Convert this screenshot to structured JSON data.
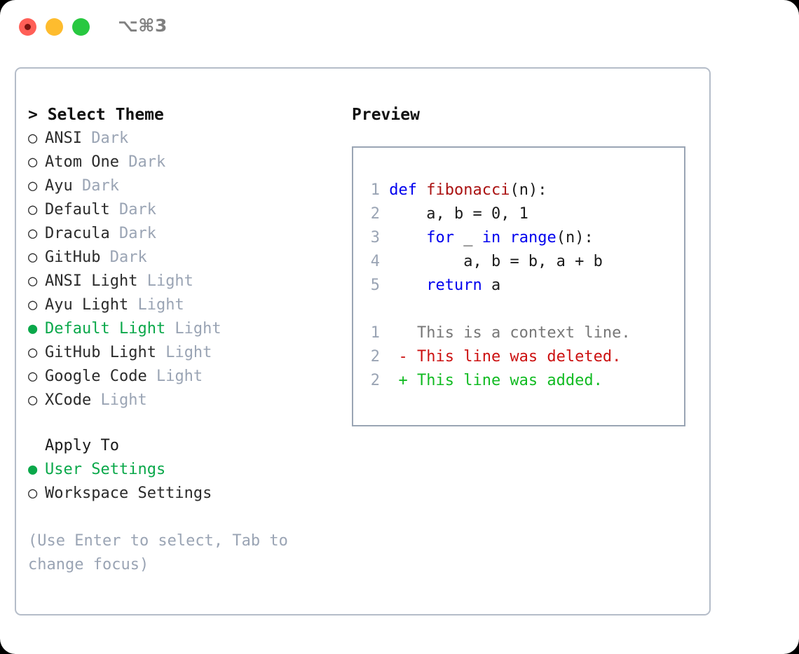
{
  "titlebar": {
    "shortcut": "⌥⌘3",
    "lights": [
      {
        "name": "close",
        "color": "#ff5f57"
      },
      {
        "name": "minimize",
        "color": "#febc2e"
      },
      {
        "name": "zoom",
        "color": "#28c840"
      }
    ]
  },
  "theme_panel": {
    "header": "> Select Theme",
    "items": [
      {
        "bullet": "○",
        "name": "ANSI",
        "suffix": "Dark",
        "selected": false
      },
      {
        "bullet": "○",
        "name": "Atom One",
        "suffix": "Dark",
        "selected": false
      },
      {
        "bullet": "○",
        "name": "Ayu",
        "suffix": "Dark",
        "selected": false
      },
      {
        "bullet": "○",
        "name": "Default",
        "suffix": "Dark",
        "selected": false
      },
      {
        "bullet": "○",
        "name": "Dracula",
        "suffix": "Dark",
        "selected": false
      },
      {
        "bullet": "○",
        "name": "GitHub",
        "suffix": "Dark",
        "selected": false
      },
      {
        "bullet": "○",
        "name": "ANSI Light",
        "suffix": "Light",
        "selected": false
      },
      {
        "bullet": "○",
        "name": "Ayu Light",
        "suffix": "Light",
        "selected": false
      },
      {
        "bullet": "●",
        "name": "Default Light",
        "suffix": "Light",
        "selected": true
      },
      {
        "bullet": "○",
        "name": "GitHub Light",
        "suffix": "Light",
        "selected": false
      },
      {
        "bullet": "○",
        "name": "Google Code",
        "suffix": "Light",
        "selected": false
      },
      {
        "bullet": "○",
        "name": "XCode",
        "suffix": "Light",
        "selected": false
      }
    ]
  },
  "apply_to": {
    "header": "Apply To",
    "items": [
      {
        "bullet": "●",
        "name": "User Settings",
        "selected": true
      },
      {
        "bullet": "○",
        "name": "Workspace Settings",
        "selected": false
      }
    ]
  },
  "hint": {
    "line1": "(Use Enter to select, Tab to",
    "line2": "change focus)"
  },
  "preview": {
    "title": "Preview",
    "code_lines": [
      {
        "n": "1",
        "indent": "",
        "parts": [
          {
            "t": "def ",
            "c": "kw"
          },
          {
            "t": "fibonacci",
            "c": "fn"
          },
          {
            "t": "(n):",
            "c": "plain"
          }
        ]
      },
      {
        "n": "2",
        "indent": "    ",
        "parts": [
          {
            "t": "a, b = 0, 1",
            "c": "plain"
          }
        ]
      },
      {
        "n": "3",
        "indent": "    ",
        "parts": [
          {
            "t": "for ",
            "c": "kw"
          },
          {
            "t": "_ ",
            "c": "plain"
          },
          {
            "t": "in ",
            "c": "kw"
          },
          {
            "t": "range",
            "c": "kw"
          },
          {
            "t": "(n):",
            "c": "plain"
          }
        ]
      },
      {
        "n": "4",
        "indent": "        ",
        "parts": [
          {
            "t": "a, b = b, a + b",
            "c": "plain"
          }
        ]
      },
      {
        "n": "5",
        "indent": "    ",
        "parts": [
          {
            "t": "return ",
            "c": "kw"
          },
          {
            "t": "a",
            "c": "plain"
          }
        ]
      }
    ],
    "diff_lines": [
      {
        "n": "1",
        "marker": "  ",
        "text": "This is a context line.",
        "kind": "context"
      },
      {
        "n": "2",
        "marker": "- ",
        "text": "This line was deleted.",
        "kind": "deleted"
      },
      {
        "n": "2",
        "marker": "+ ",
        "text": "This line was added.",
        "kind": "added"
      }
    ]
  },
  "colors": {
    "accent_green": "#0aa84a",
    "muted_blue_gray": "#9aa4b4",
    "keyword_blue": "#0000ee",
    "function_red": "#aa1111",
    "diff_added": "#11bb22",
    "diff_deleted": "#cc1111",
    "panel_border": "#b5bdc9",
    "preview_border": "#9aa5b4"
  }
}
